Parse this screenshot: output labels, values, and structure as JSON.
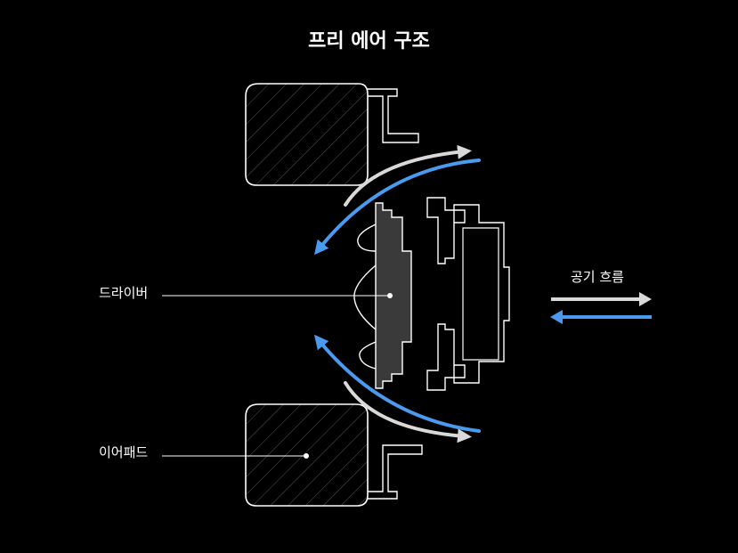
{
  "title": "프리 에어 구조",
  "labels": {
    "driver": "드라이버",
    "earpad": "이어패드"
  },
  "legend": {
    "title": "공기 흐름"
  },
  "colors": {
    "background": "#000000",
    "outline": "#ffffff",
    "airflow_out": "#d9d9d9",
    "airflow_in": "#4a9bf0",
    "driver_fill": "#3a3a3a"
  },
  "icons": [
    "arrow-right-icon",
    "arrow-left-icon"
  ]
}
